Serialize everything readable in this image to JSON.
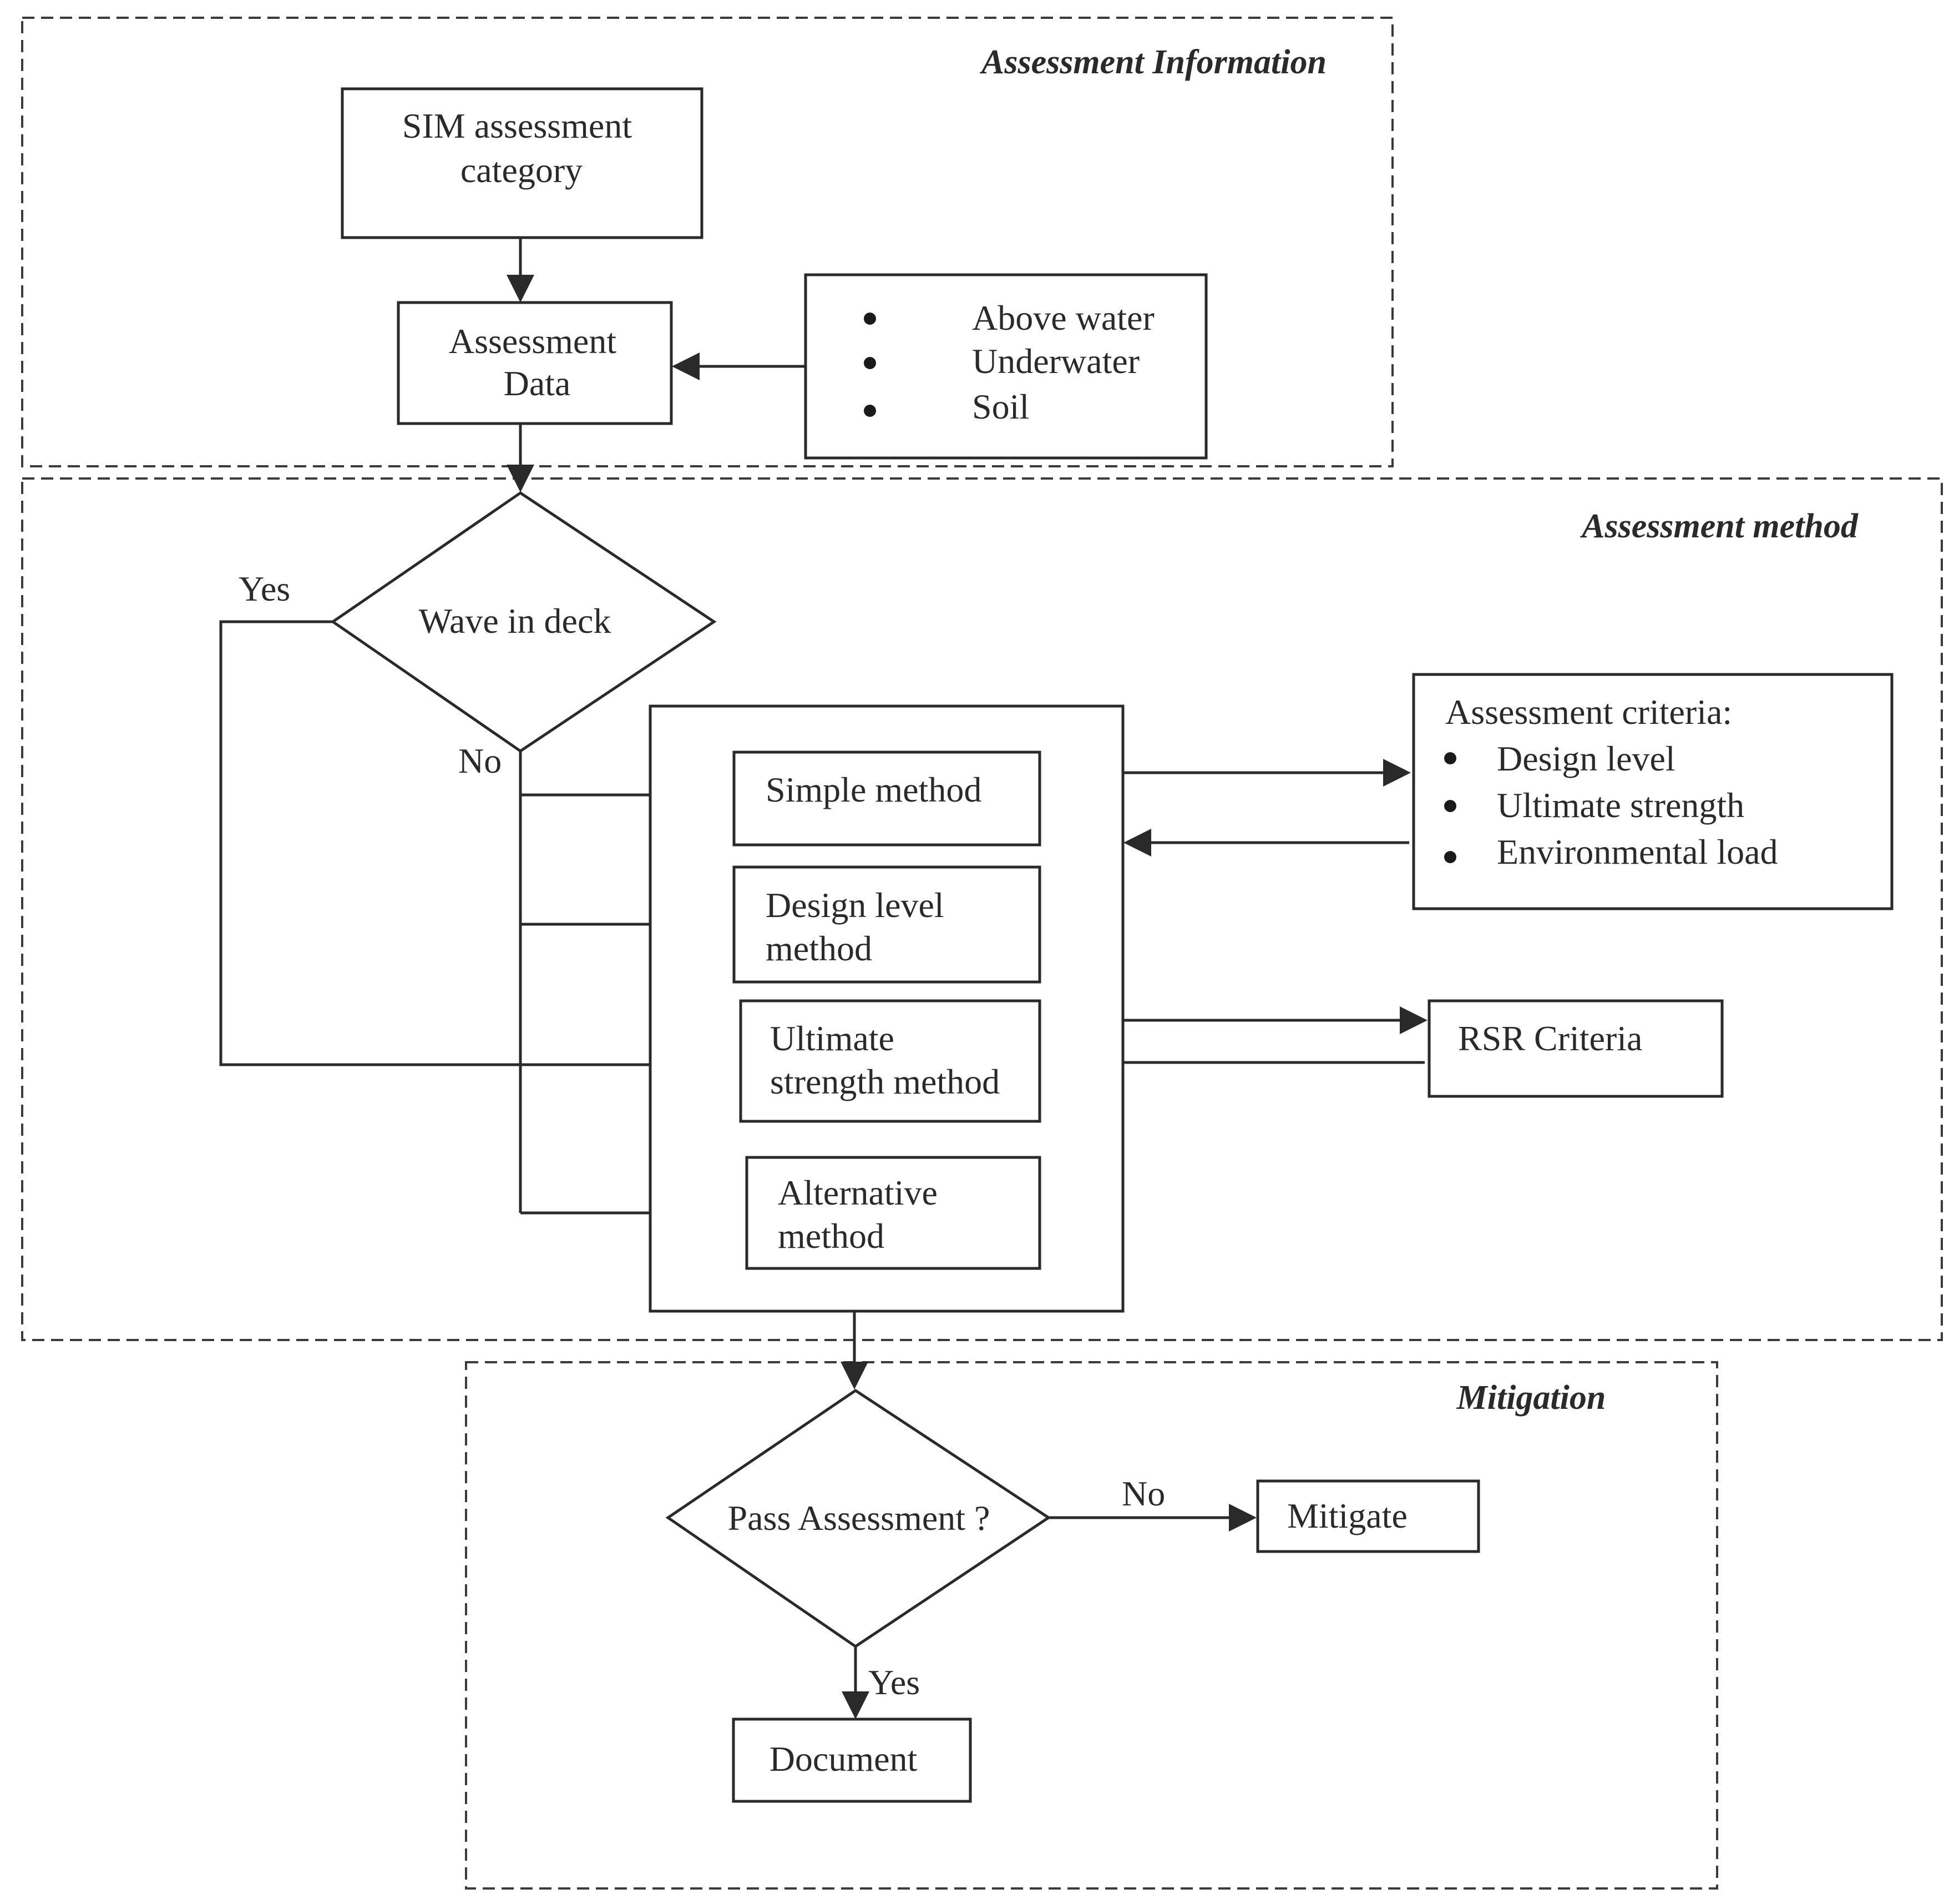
{
  "groups": {
    "assessment_information": "Assessment Information",
    "assessment_method": "Assessment method",
    "mitigation": "Mitigation"
  },
  "nodes": {
    "sim_category": [
      "SIM assessment",
      "category"
    ],
    "assessment_data": [
      "Assessment",
      "Data"
    ],
    "data_sources": [
      "Above water",
      "Underwater",
      "Soil"
    ],
    "wave_in_deck": "Wave in deck",
    "simple_method": "Simple method",
    "design_level_method": [
      "Design level",
      "method"
    ],
    "ultimate_strength_method": [
      "Ultimate",
      "strength method"
    ],
    "alternative_method": [
      "Alternative",
      "method"
    ],
    "assessment_criteria": {
      "title": "Assessment criteria:",
      "items": [
        "Design level",
        "Ultimate strength",
        "Environmental load"
      ]
    },
    "rsr_criteria": "RSR Criteria",
    "pass_assessment": "Pass Assessment ?",
    "mitigate": "Mitigate",
    "document": "Document"
  },
  "edge_labels": {
    "wave_yes": "Yes",
    "wave_no": "No",
    "pass_no": "No",
    "pass_yes": "Yes"
  }
}
